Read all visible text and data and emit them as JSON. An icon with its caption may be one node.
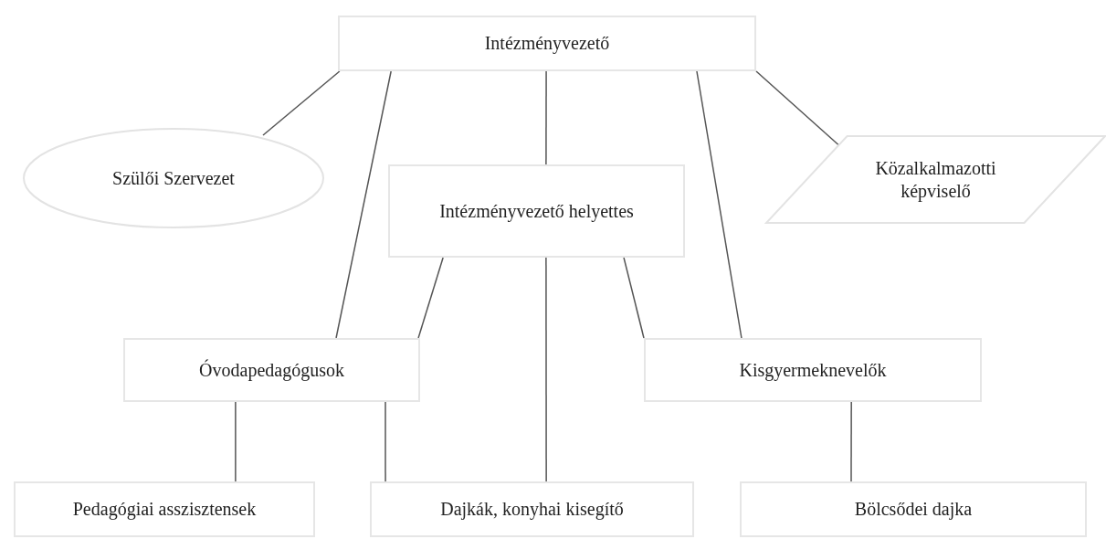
{
  "diagram": {
    "nodes": [
      {
        "text": [
          "Intézményvezető"
        ]
      },
      {
        "text": [
          "Szülői Szervezet"
        ]
      },
      {
        "text": [
          "Intézményvezető helyettes"
        ]
      },
      {
        "text": [
          "Közalkalmazotti képviselő"
        ]
      },
      {
        "text": [
          "Óvodapedagógusok"
        ]
      },
      {
        "text": [
          "Kisgyermeknevelők"
        ]
      },
      {
        "text": [
          "Pedagógiai asszisztensek"
        ]
      },
      {
        "text": [
          "Dajkák, konyhai kisegítő"
        ]
      },
      {
        "text": [
          "Bölcsődei dajka"
        ]
      }
    ],
    "edges": [
      {
        "from": 0,
        "to": 1,
        "arrow": "none"
      },
      {
        "from": 0,
        "to": 4,
        "arrow": "none"
      },
      {
        "from": 0,
        "to": 2,
        "arrow": "none"
      },
      {
        "from": 0,
        "to": 5,
        "arrow": "none"
      },
      {
        "from": 0,
        "to": 3,
        "arrow": "none"
      },
      {
        "from": 2,
        "to": 4,
        "arrow": "none"
      },
      {
        "from": 2,
        "to": 7,
        "arrow": "none"
      },
      {
        "from": 2,
        "to": 5,
        "arrow": "none"
      },
      {
        "from": 4,
        "to": 6,
        "arrow": "none"
      },
      {
        "from": 4,
        "to": 7,
        "arrow": "none"
      },
      {
        "from": 5,
        "to": 8,
        "arrow": "none"
      }
    ]
  }
}
